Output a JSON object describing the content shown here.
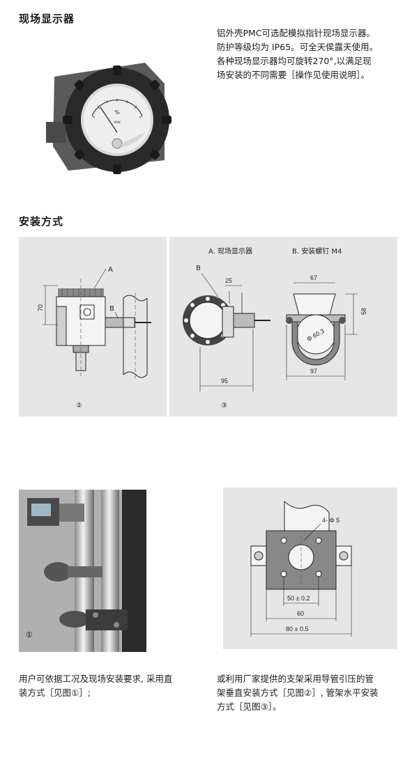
{
  "sections": {
    "display_title": "现场显示器",
    "mounting_title": "安装方式"
  },
  "intro": {
    "lines": [
      "铝外壳PMC可选配模拟指针现场显示器。",
      "防护等级均为 IP65。可全天侯露天使用。",
      "各种现场显示器均可旋转270°,以满足现",
      "场安装的不同需要［操作见使用说明］。"
    ]
  },
  "gauge": {
    "unit": "%",
    "brand": "ww"
  },
  "diagram_left": {
    "label_a": "A",
    "label_b": "B",
    "dim_height": "70",
    "figure_no": "②"
  },
  "diagram_right": {
    "legend_a": "A. 现场显示器",
    "legend_b": "B. 安装螺钉 M4",
    "label_b": "B",
    "dim_25": "25",
    "dim_95": "95",
    "dim_67": "67",
    "dim_58": "58",
    "dim_phi": "Φ 60.3",
    "dim_97": "97",
    "figure_no": "③"
  },
  "photo": {
    "figure_no": "①"
  },
  "bracket": {
    "holes": "4- Φ 5",
    "dim_50": "50 ± 0.2",
    "dim_60": "60",
    "dim_80": "80 ± 0.5"
  },
  "bottom": {
    "left_lines": [
      "用户可依据工况及现场安装要求, 采用直",
      "装方式［见图①］;"
    ],
    "right_lines": [
      "或利用厂家提供的支架采用导管引压的管",
      "架垂直安装方式［见图②］, 管架水平安装",
      "方式［见图③］。"
    ]
  },
  "colors": {
    "panel": "#e6e6e6",
    "ink": "#1a1a1a",
    "dark_rubber": "#2a2a2a"
  }
}
